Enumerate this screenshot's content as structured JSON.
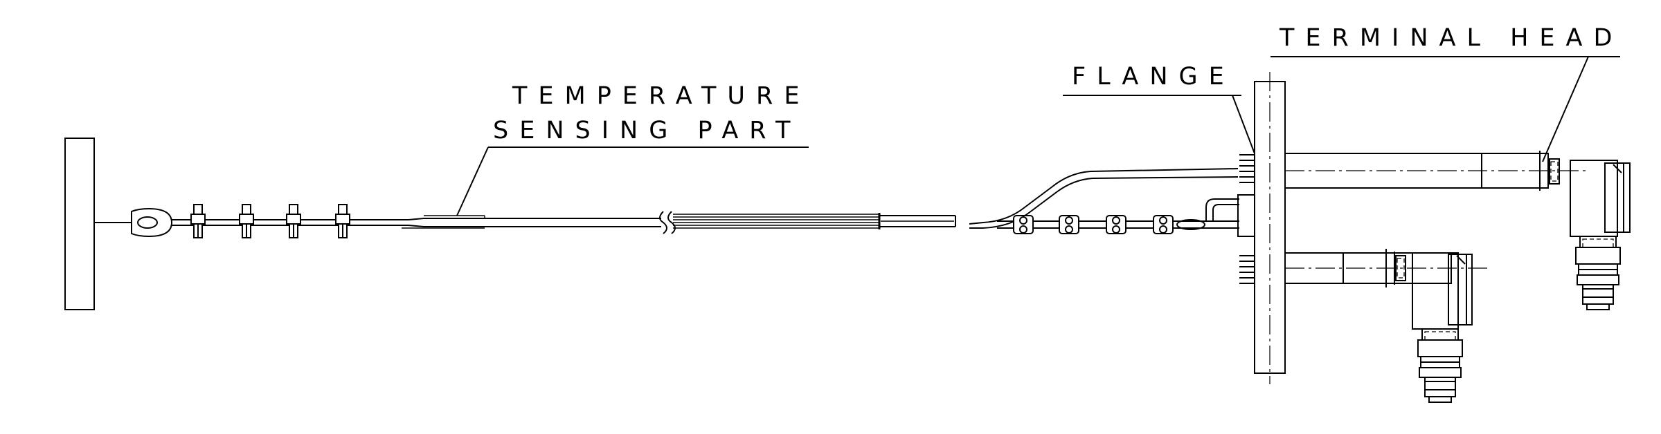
{
  "labels": {
    "terminal_head": "TERMINAL HEAD",
    "flange": "FLANGE",
    "temperature_line1": "TEMPERATURE",
    "temperature_line2": "SENSING PART"
  }
}
